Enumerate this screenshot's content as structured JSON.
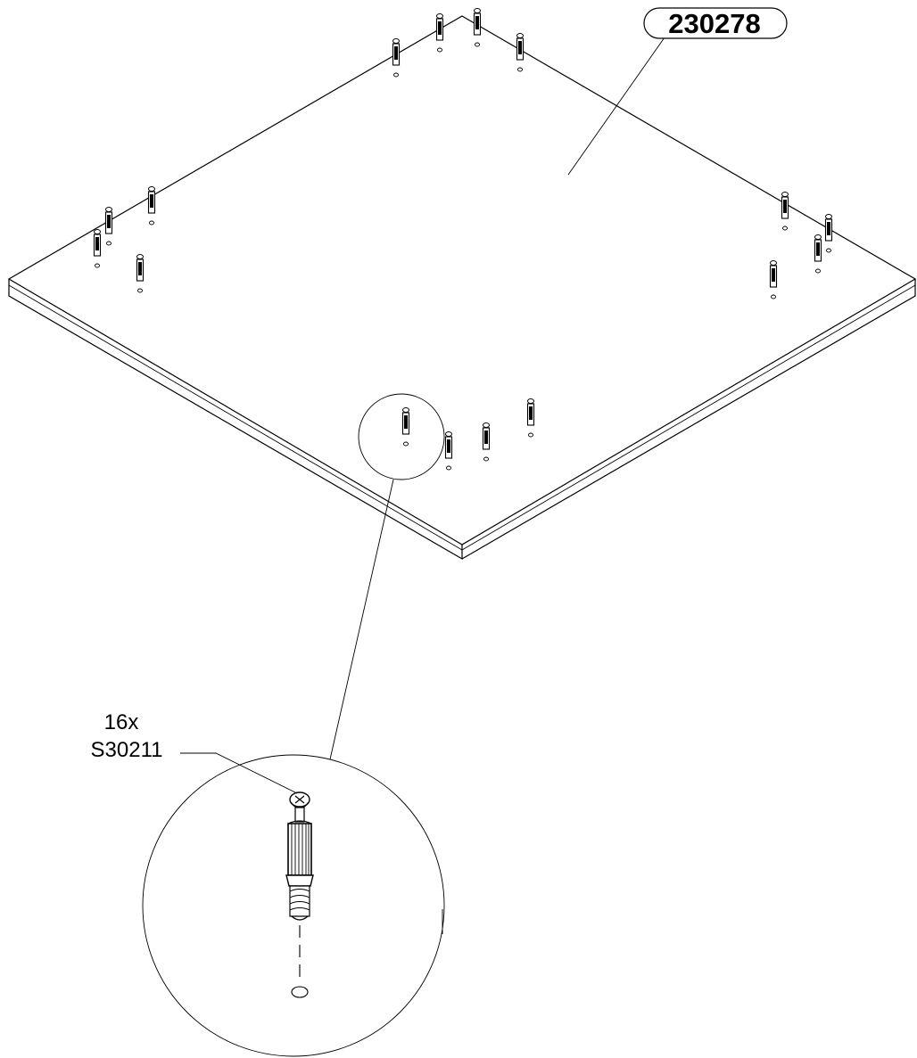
{
  "part_number": "230278",
  "hardware": {
    "quantity": "16x",
    "code": "S30211"
  }
}
